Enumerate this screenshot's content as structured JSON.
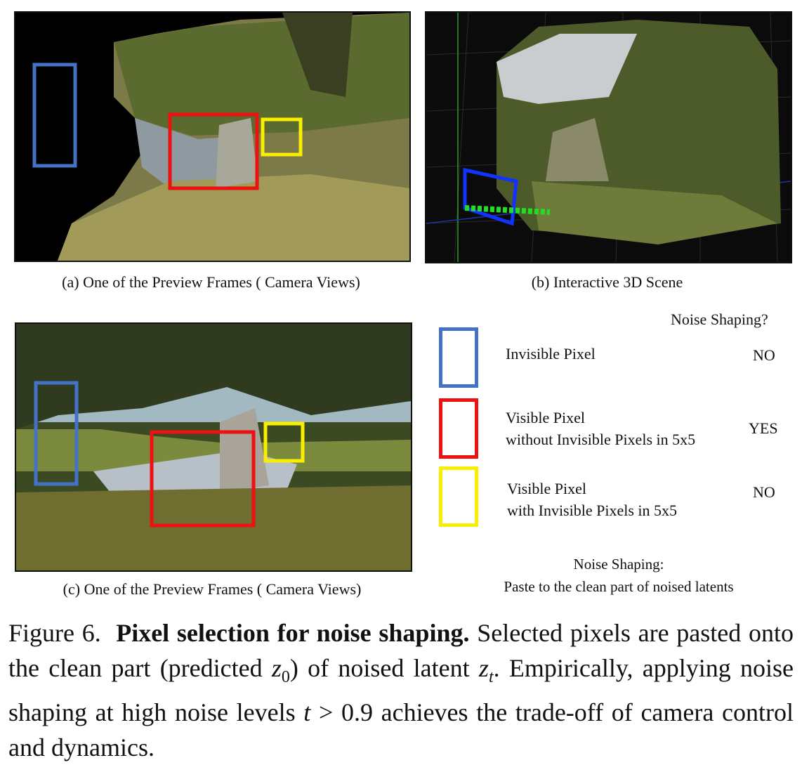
{
  "panels": {
    "a": {
      "caption": "(a) One of the Preview Frames ( Camera Views)"
    },
    "b": {
      "caption": "(b) Interactive 3D Scene"
    },
    "c": {
      "caption": "(c) One of the Preview Frames ( Camera Views)"
    }
  },
  "legend": {
    "column_title": "Noise Shaping?",
    "rows": [
      {
        "lines": [
          "Invisible Pixel"
        ],
        "answer": "NO",
        "color": "#4472c4"
      },
      {
        "lines": [
          "Visible Pixel",
          "without Invisible Pixels in 5x5"
        ],
        "answer": "YES",
        "color": "#ee1111"
      },
      {
        "lines": [
          "Visible Pixel",
          "with Invisible Pixels in 5x5"
        ],
        "answer": "NO",
        "color": "#f8ee00"
      }
    ],
    "note_lines": [
      "Noise Shaping:",
      "Paste to the clean part of noised latents"
    ]
  },
  "caption": {
    "label": "Figure 6.",
    "bold": "Pixel selection for noise shaping.",
    "t1": " Selected pixels are pasted onto the clean part (predicted ",
    "m1": "z",
    "m1_sub": "0",
    "t2": ") of noised latent ",
    "m2": "z",
    "m2_sub": "t",
    "t3": ". Empirically, applying noise shaping at high noise levels ",
    "m3": "t",
    "t4": " > 0.9 achieves the trade-off of camera control and dynamics."
  }
}
